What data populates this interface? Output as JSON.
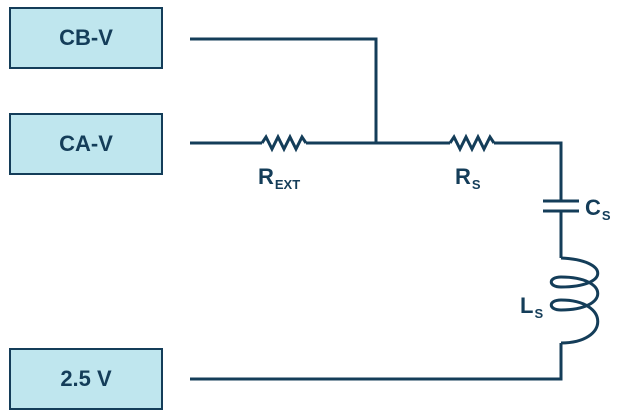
{
  "blocks": {
    "cb_v": "CB-V",
    "ca_v": "CA-V",
    "v2_5": "2.5 V"
  },
  "components": {
    "r_ext": {
      "symbol": "R",
      "subscript": "EXT"
    },
    "r_s": {
      "symbol": "R",
      "subscript": "S"
    },
    "c_s": {
      "symbol": "C",
      "subscript": "S"
    },
    "l_s": {
      "symbol": "L",
      "subscript": "S"
    }
  },
  "colors": {
    "wire": "#143d59",
    "box_fill": "#bfe6ee",
    "box_border": "#143d59",
    "text": "#143d59"
  }
}
